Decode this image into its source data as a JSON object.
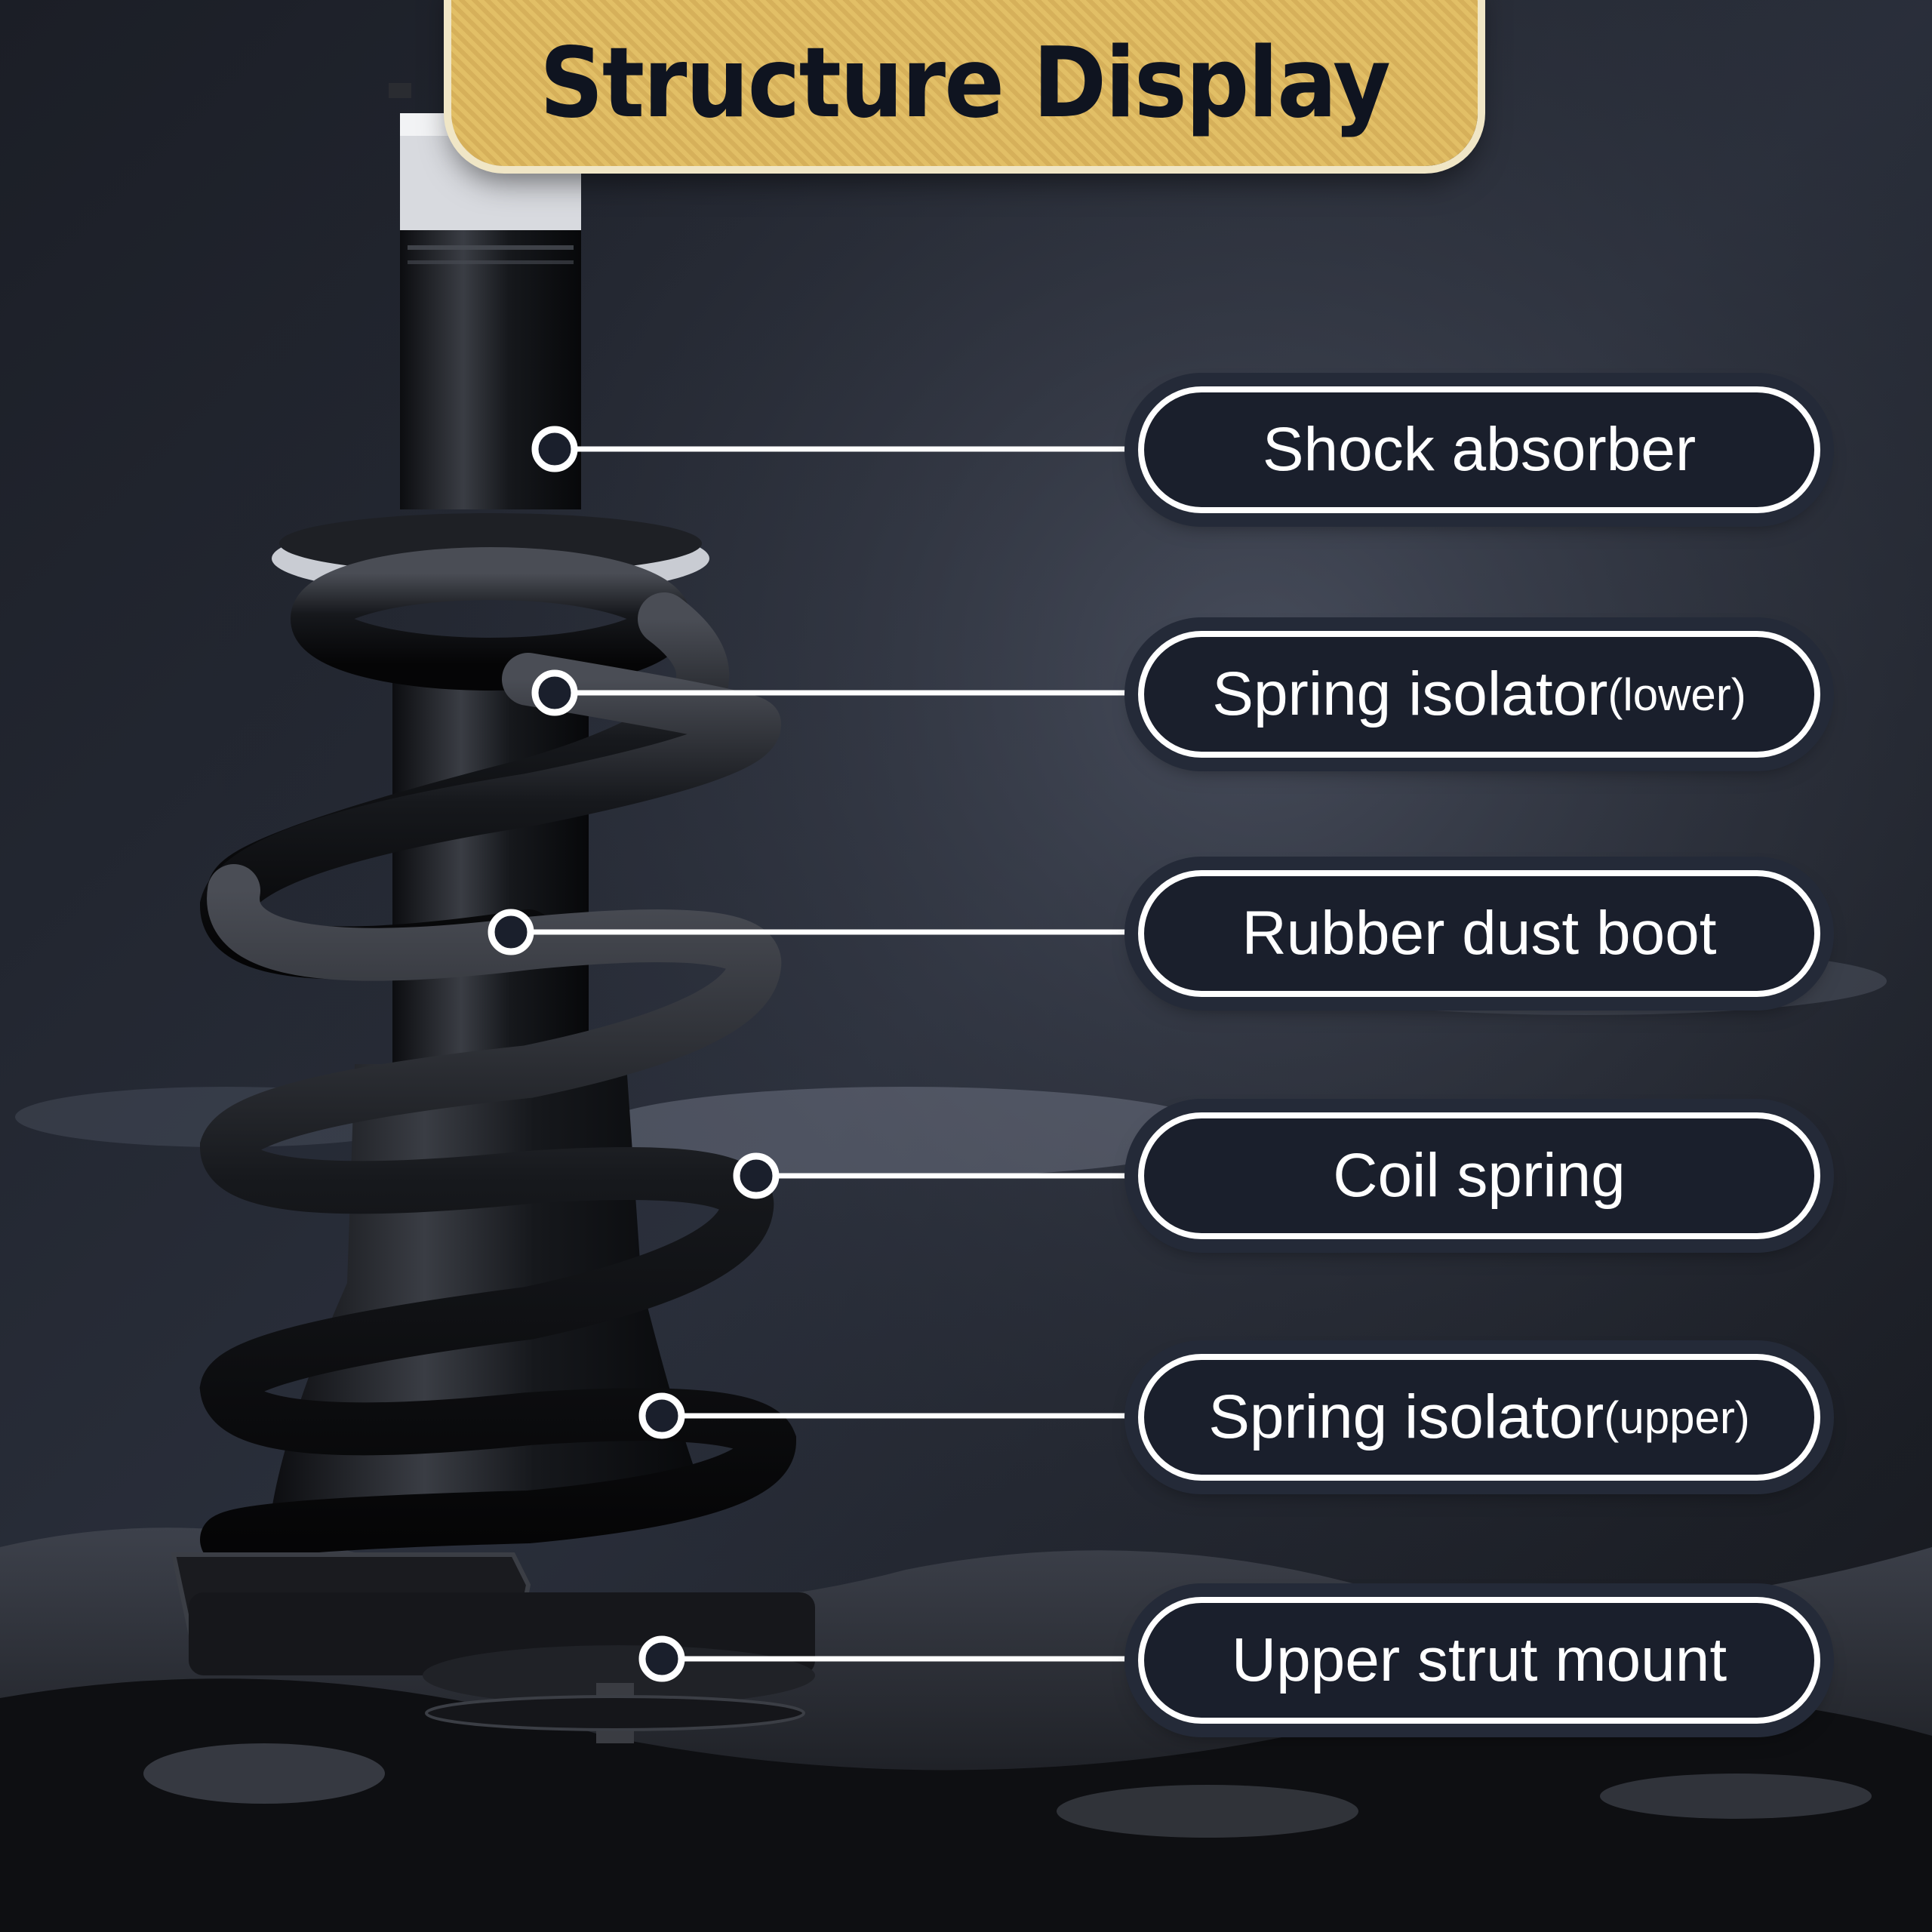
{
  "title": "Structure Display",
  "labels": [
    {
      "main": "Shock absorber",
      "suffix": ""
    },
    {
      "main": "Spring isolator",
      "suffix": "(lower)"
    },
    {
      "main": "Rubber dust boot",
      "suffix": ""
    },
    {
      "main": "Coil spring",
      "suffix": ""
    },
    {
      "main": "Spring isolator",
      "suffix": "(upper)"
    },
    {
      "main": "Upper strut mount",
      "suffix": ""
    }
  ],
  "colors": {
    "banner": "#e2bf66",
    "title_text": "#0f1420",
    "label_bg": "#1a1f2c",
    "label_border": "#ffffff",
    "background": "#111317"
  }
}
